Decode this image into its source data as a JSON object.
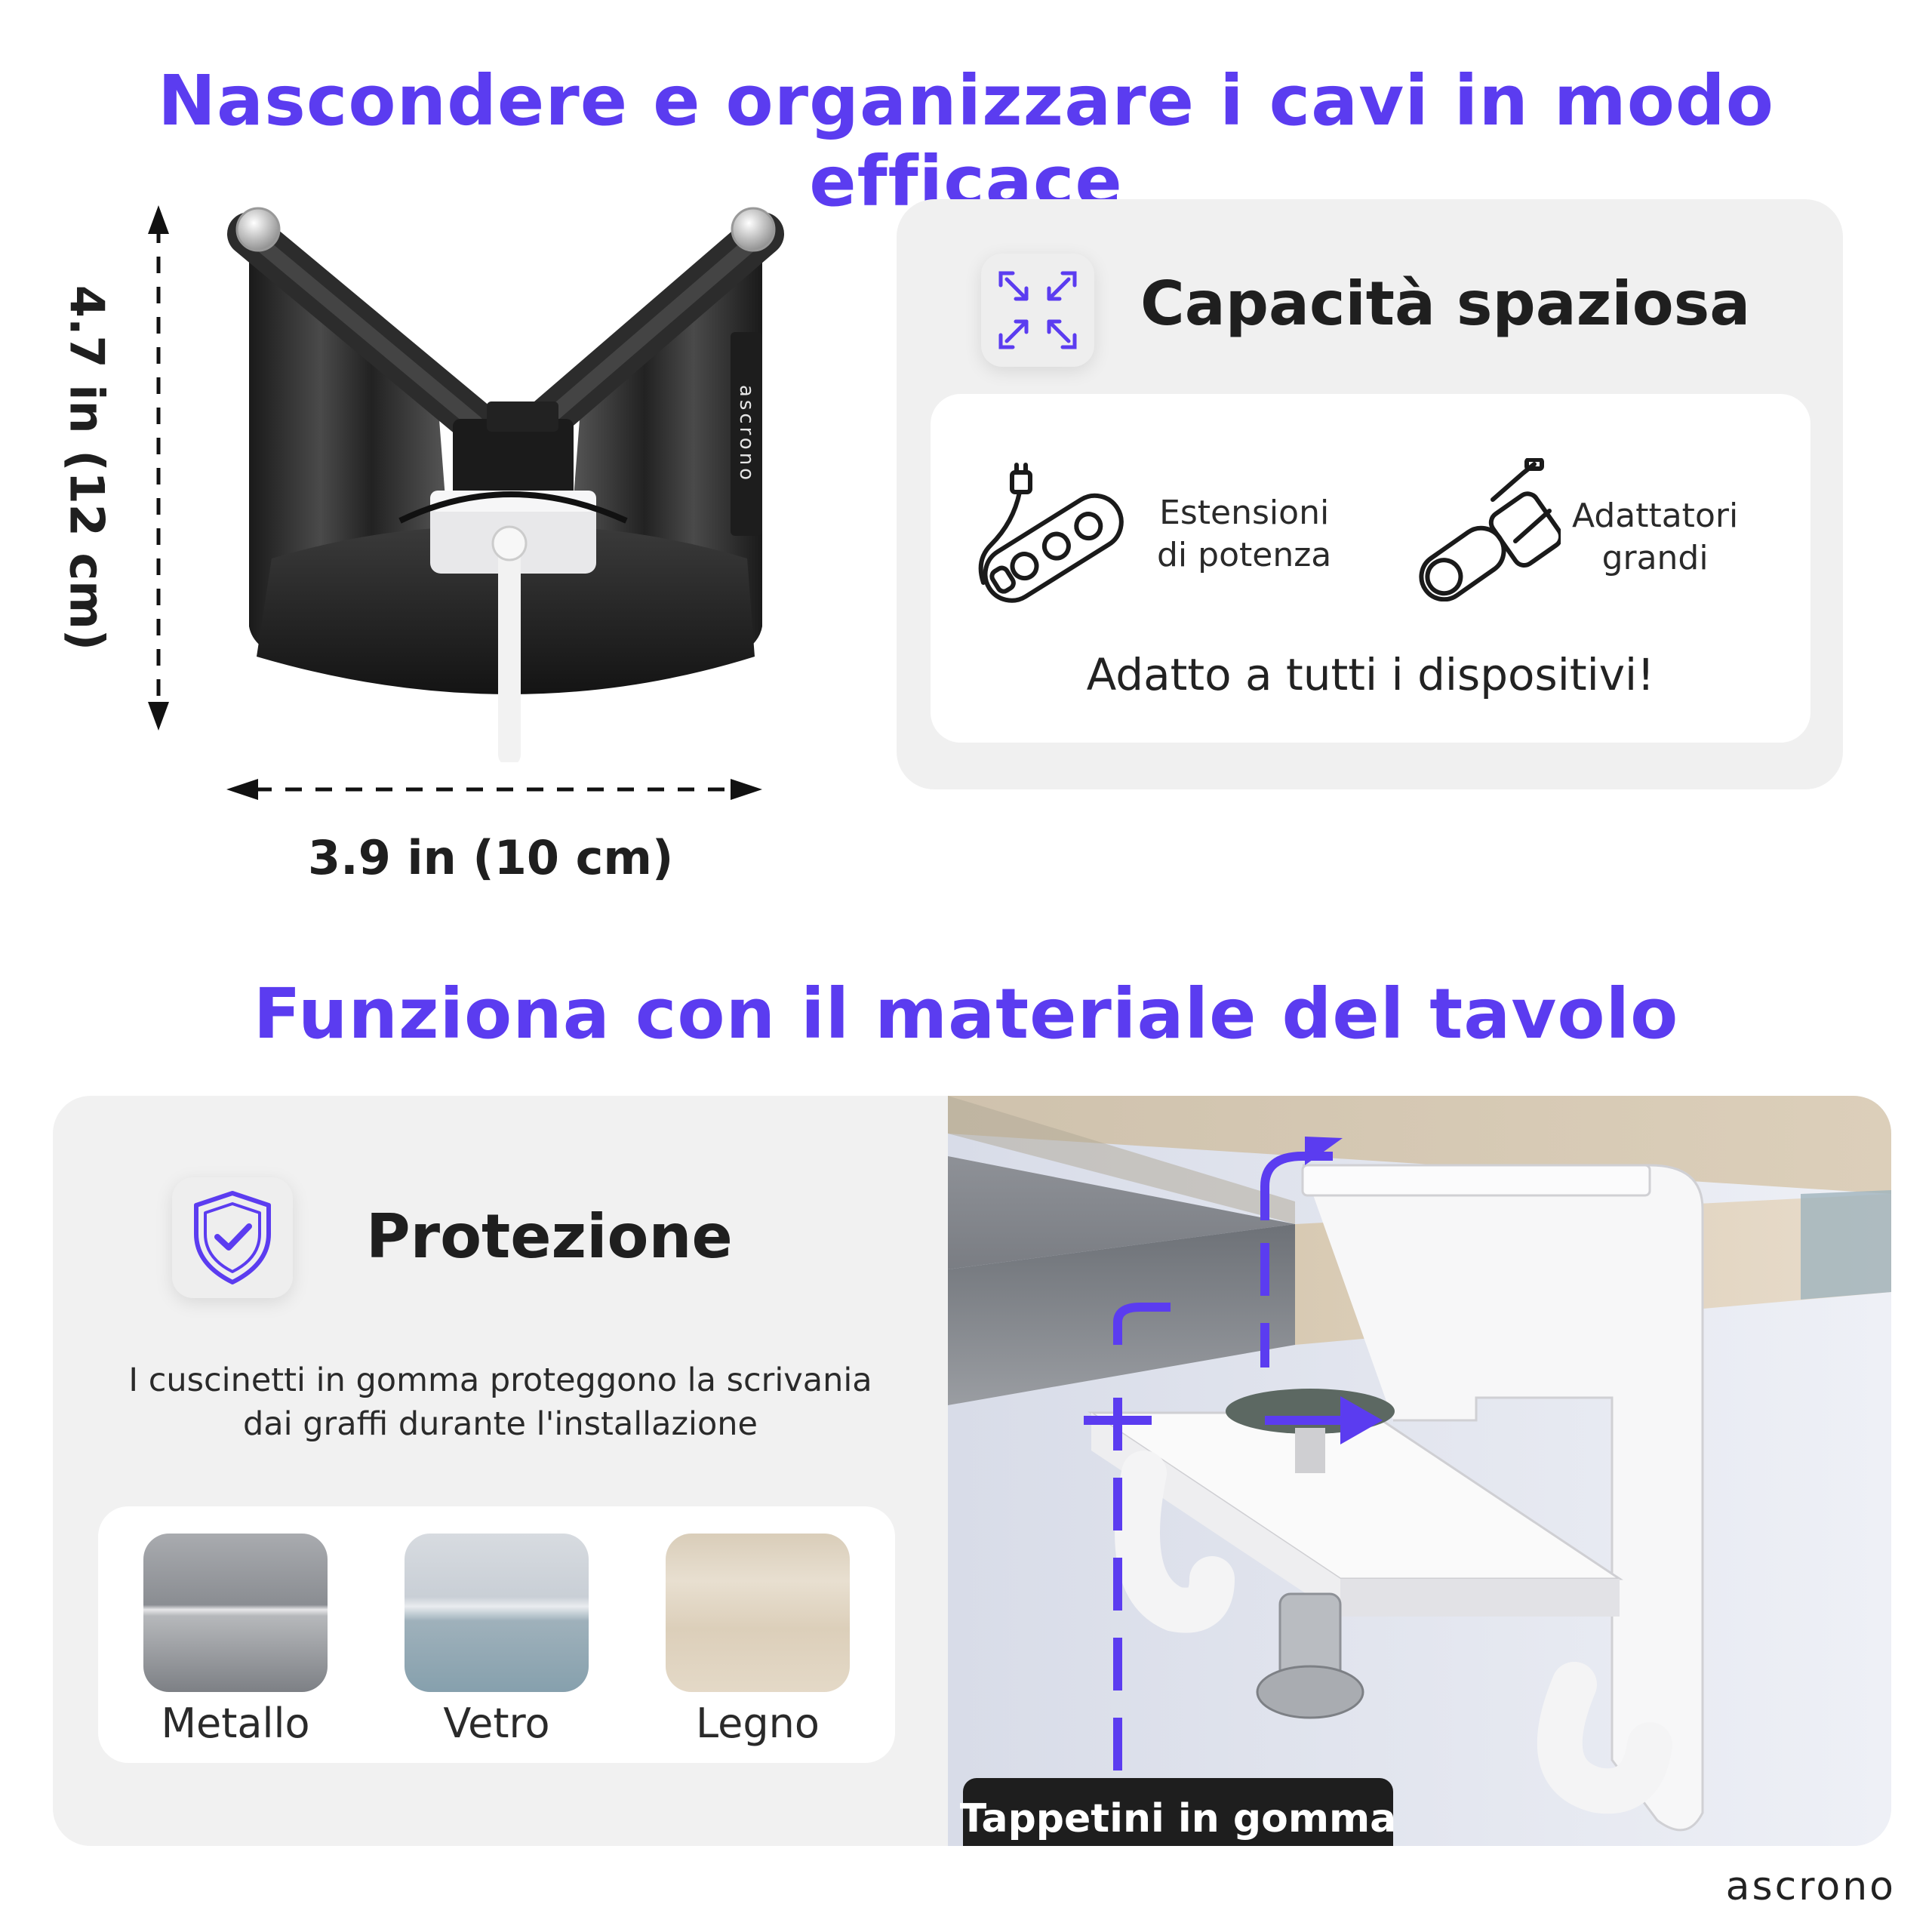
{
  "title_top": "Nascondere e organizzare i cavi in modo efficace",
  "title_bottom": "Funziona con il materiale del tavolo",
  "product": {
    "brand_tag": "ascrono",
    "height_label": "4.7 in (12 cm)",
    "width_label": "3.9 in (10 cm)"
  },
  "capacity": {
    "title": "Capacità spaziosa",
    "icon": "expand-arrows-icon",
    "items": [
      {
        "icon": "power-strip-icon",
        "label_line1": "Estensioni",
        "label_line2": "di potenza"
      },
      {
        "icon": "adapter-icon",
        "label_line1": "Adattatori",
        "label_line2": "grandi"
      }
    ],
    "footer": "Adatto a tutti i dispositivi!"
  },
  "protection": {
    "title": "Protezione",
    "icon": "shield-check-icon",
    "desc_line1": "I cuscinetti in gomma proteggono la scrivania",
    "desc_line2": "dai graffi durante l'installazione",
    "materials": [
      {
        "label": "Metallo"
      },
      {
        "label": "Vetro"
      },
      {
        "label": "Legno"
      }
    ],
    "tag": "Tappetini in gomma"
  },
  "brand": "ascrono",
  "colors": {
    "accent": "#5b3cf0",
    "card_bg": "#f0f0f0",
    "text_dark": "#1f1f1f"
  }
}
